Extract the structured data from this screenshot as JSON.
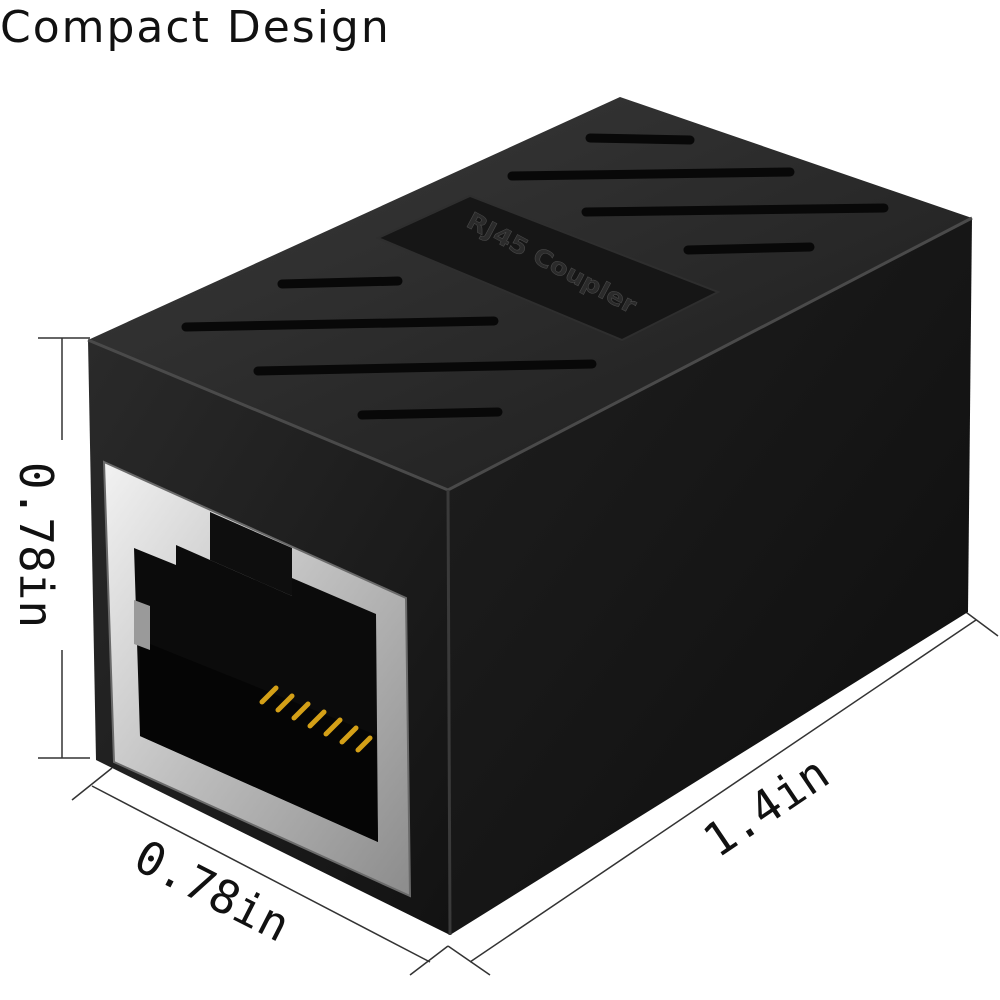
{
  "header": {
    "title": "Compact Design"
  },
  "product": {
    "engraving": "RJ45 Coupler"
  },
  "dimensions": {
    "height": "0.78in",
    "width": "0.78in",
    "length": "1.4in"
  },
  "colors": {
    "body": "#1a1a1a",
    "shell": "#c9c9c9",
    "pins": "#d4a017"
  }
}
